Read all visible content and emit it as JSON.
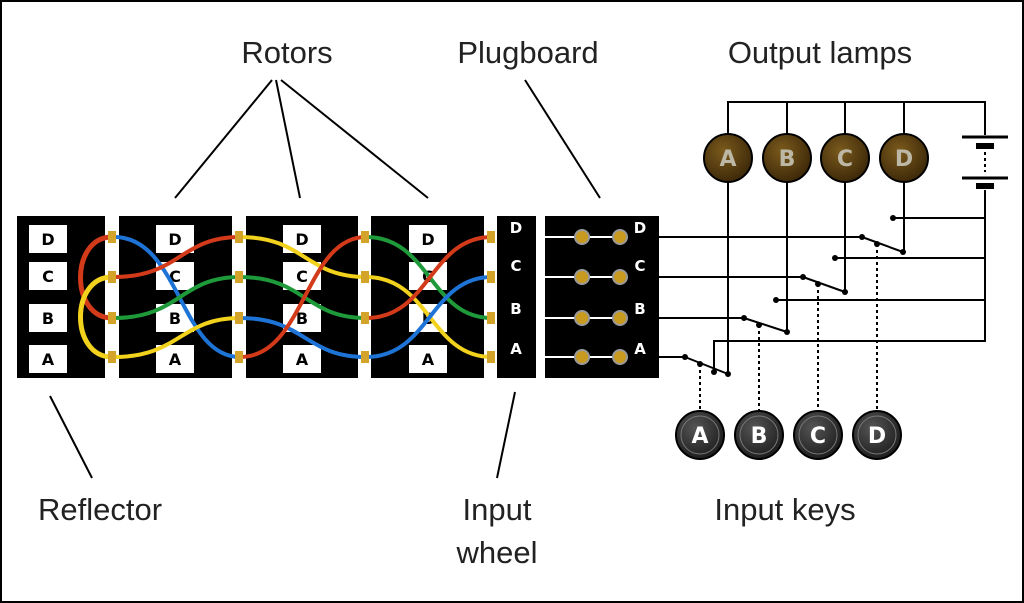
{
  "labels": {
    "rotors": "Rotors",
    "plugboard": "Plugboard",
    "output_lamps": "Output lamps",
    "reflector": "Reflector",
    "input_wheel_line1": "Input",
    "input_wheel_line2": "wheel",
    "input_keys": "Input keys"
  },
  "letters": [
    "A",
    "B",
    "C",
    "D"
  ],
  "letters_top_down": [
    "D",
    "C",
    "B",
    "A"
  ],
  "colors": {
    "frame": "#000000",
    "wire_red": "#d23a1a",
    "wire_yellow": "#f2d21c",
    "wire_green": "#1f9a3a",
    "wire_blue": "#1e74d6",
    "contact": "#d4a32a",
    "lamp": "#4a3410",
    "key": "#2a2a2a"
  }
}
